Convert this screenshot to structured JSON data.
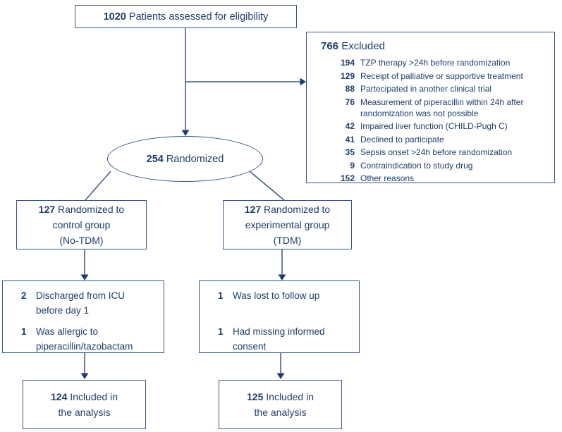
{
  "title": "Patient flow diagram",
  "colors": {
    "text": "#1e3d6b",
    "line": "#3a5781",
    "background": "#ffffff"
  },
  "eligibility": {
    "value": "1020",
    "label": "Patients assessed for eligibility"
  },
  "exclusions": {
    "header": {
      "value": "766",
      "label": "Excluded"
    },
    "items": [
      {
        "value": "194",
        "lines": [
          "TZP therapy >24h before randomization"
        ]
      },
      {
        "value": "129",
        "lines": [
          "Receipt of palliative or supportive treatment"
        ]
      },
      {
        "value": "88",
        "lines": [
          "Partecipated in another clinical trial"
        ]
      },
      {
        "value": "76",
        "lines": [
          "Measurement of piperacillin within 24h after",
          "randomization was not possible"
        ]
      },
      {
        "value": "42",
        "lines": [
          "Impaired liver function (CHILD-Pugh C)"
        ]
      },
      {
        "value": "41",
        "lines": [
          "Declined to participate"
        ]
      },
      {
        "value": "35",
        "lines": [
          "Sepsis onset >24h before randomization"
        ]
      },
      {
        "value": "9",
        "lines": [
          "Contraindication to study drug"
        ]
      },
      {
        "value": "152",
        "lines": [
          "Other reasons"
        ]
      }
    ]
  },
  "randomized": {
    "value": "254",
    "label": "Randomized"
  },
  "control_group": {
    "value": "127",
    "line1": "Randomized to",
    "line2": "control group",
    "line3": "(No-TDM)"
  },
  "experimental_group": {
    "value": "127",
    "line1": "Randomized to",
    "line2": "experimental group",
    "line3": "(TDM)"
  },
  "control_dropouts": {
    "items": [
      {
        "value": "2",
        "lines": [
          "Discharged from ICU",
          "before day 1"
        ]
      },
      {
        "value": "1",
        "lines": [
          "Was allergic to",
          "piperacillin/tazobactam"
        ]
      }
    ]
  },
  "experimental_dropouts": {
    "items": [
      {
        "value": "1",
        "lines": [
          "Was lost to follow up"
        ]
      },
      {
        "value": "1",
        "lines": [
          "Had missing informed",
          "consent"
        ]
      }
    ]
  },
  "control_analysis": {
    "value": "124",
    "line1": "Included in",
    "line2": "the analysis"
  },
  "experimental_analysis": {
    "value": "125",
    "line1": "Included in",
    "line2": "the analysis"
  }
}
